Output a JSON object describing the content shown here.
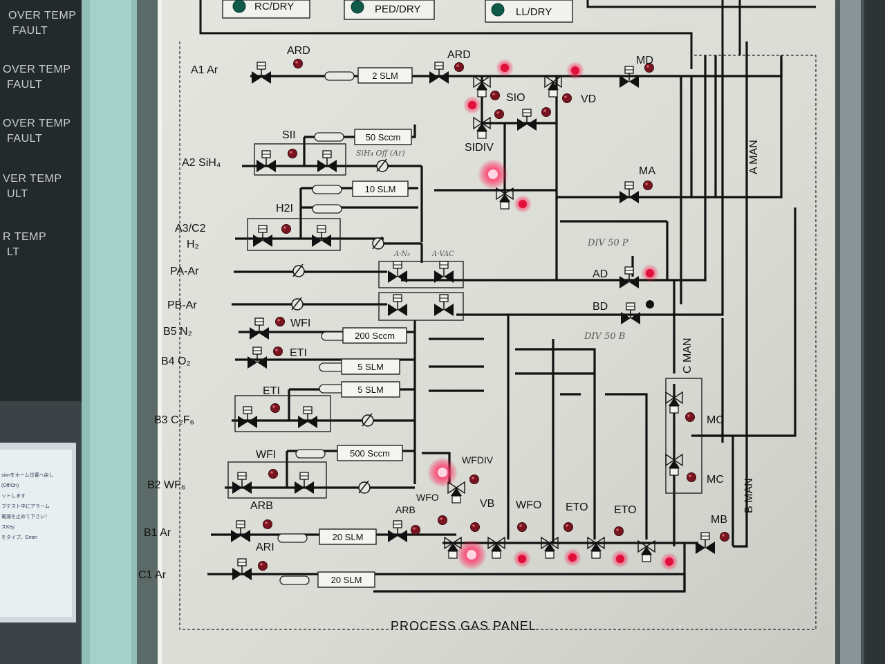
{
  "header": {
    "indicators": [
      {
        "label": "RC/DRY",
        "color": "#0f5a48"
      },
      {
        "label": "PED/DRY",
        "color": "#0f5a48"
      },
      {
        "label": "LL/DRY",
        "color": "#0f5a48"
      }
    ]
  },
  "left_alarms": [
    {
      "line1": "OVER TEMP",
      "line2": "FAULT"
    },
    {
      "line1": "OVER TEMP",
      "line2": "FAULT"
    },
    {
      "line1": "OVER TEMP",
      "line2": "FAULT"
    },
    {
      "line1": "VER TEMP",
      "line2": "ULT"
    },
    {
      "line1": "R TEMP",
      "line2": "LT"
    }
  ],
  "monitor": {
    "lines": [
      "sionをホーム位置へ戻し",
      "(Off/On)",
      "ットします",
      "ブテスト中にアラーム",
      "電源を止めて下さい！",
      "スKey",
      "をタイプ、Enter"
    ]
  },
  "panel": {
    "title": "PROCESS GAS PANEL",
    "gas_lines": [
      {
        "name": "A1 Ar"
      },
      {
        "name": "A2 SiH₄"
      },
      {
        "name": "A3/C2"
      },
      {
        "name": "H₂"
      },
      {
        "name": "PA-Ar"
      },
      {
        "name": "PB-Ar"
      },
      {
        "name": "B5 N₂"
      },
      {
        "name": "B4 O₂"
      },
      {
        "name": "B3 C₂F₆"
      },
      {
        "name": "B2 WF₆"
      },
      {
        "name": "B1 Ar"
      },
      {
        "name": "C1 Ar"
      }
    ],
    "mfcs": [
      {
        "value": "2 SLM"
      },
      {
        "value": "50 Sccm"
      },
      {
        "value": "10 SLM"
      },
      {
        "value": "200 Sccm"
      },
      {
        "value": "5 SLM"
      },
      {
        "value": "5 SLM"
      },
      {
        "value": "500 Sccm"
      },
      {
        "value": "20 SLM"
      },
      {
        "value": "20 SLM"
      }
    ],
    "valve_labels": [
      "ARD",
      "ARD",
      "SIO",
      "VD",
      "MD",
      "SIDIV",
      "SII",
      "MA",
      "H2I",
      "AD",
      "BD",
      "WFI",
      "ETI",
      "ETI",
      "WFI",
      "ARB",
      "WFDIV",
      "WFO",
      "VB",
      "WFO",
      "ETO",
      "ETO",
      "ARB",
      "ARI",
      "MB",
      "MC",
      "MC"
    ],
    "manifolds": [
      "A MAN",
      "C MAN",
      "B MAN"
    ],
    "handwritten": [
      "SiH₄ Off (Ar)",
      "A·N₂",
      "A·VAC",
      "DIV 50 P",
      "DIV 50 B"
    ],
    "led_color": "#e0103a",
    "led_dim_color": "#7a1520"
  }
}
